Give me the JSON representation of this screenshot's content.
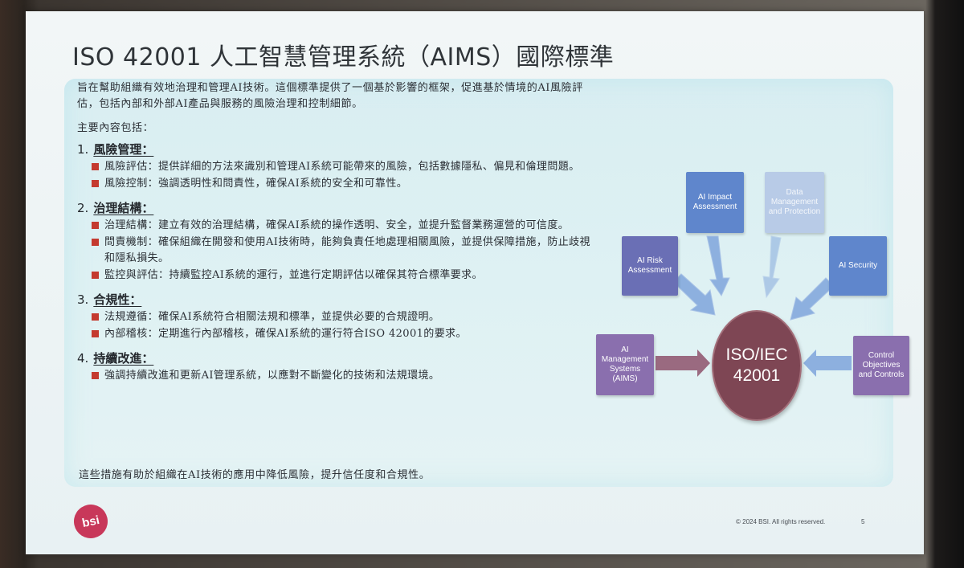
{
  "slide": {
    "title": "ISO 42001 人工智慧管理系統（AIMS）國際標準",
    "intro": "旨在幫助組織有效地治理和管理AI技術。這個標準提供了一個基於影響的框架，促進基於情境的AI風險評估，包括內部和外部AI產品與服務的風險治理和控制細節。",
    "subheading": "主要內容包括：",
    "sections": [
      {
        "num": "1.",
        "heading": "風險管理：",
        "bullets": [
          "風險評估：提供詳細的方法來識別和管理AI系統可能帶來的風險，包括數據隱私、偏見和倫理問題。",
          "風險控制：強調透明性和問責性，確保AI系統的安全和可靠性。"
        ]
      },
      {
        "num": "2.",
        "heading": "治理結構：",
        "bullets": [
          "治理結構：建立有效的治理結構，確保AI系統的操作透明、安全，並提升監督業務運營的可信度。",
          "問責機制：確保組織在開發和使用AI技術時，能夠負責任地處理相關風險，並提供保障措施，防止歧視和隱私損失。",
          "監控與評估：持續監控AI系統的運行，並進行定期評估以確保其符合標準要求。"
        ]
      },
      {
        "num": "3.",
        "heading": "合規性：",
        "bullets": [
          "法規遵循：確保AI系統符合相關法規和標準，並提供必要的合規證明。",
          "內部稽核：定期進行內部稽核，確保AI系統的運行符合ISO 42001的要求。"
        ]
      },
      {
        "num": "4.",
        "heading": "持續改進：",
        "bullets": [
          "強調持續改進和更新AI管理系統，以應對不斷變化的技術和法規環境。"
        ]
      }
    ],
    "closing": "這些措施有助於組織在AI技術的應用中降低風險，提升信任度和合規性。"
  },
  "diagram": {
    "hub": [
      "ISO/IEC",
      "42001"
    ],
    "nodes": {
      "impact": "AI Impact Assessment",
      "data": "Data Management and Protection",
      "risk": "AI Risk Assessment",
      "security": "AI Security",
      "aims": "AI Management Systems (AIMS)",
      "control": "Control Objectives and Controls"
    },
    "colors": {
      "blue_box": "#5f86cc",
      "light_blue_box": "#b8cbe7",
      "indigo_box": "#6a6fb5",
      "purple_box": "#8a6fae",
      "hub": "#7e4654",
      "arrow": "#8db0df",
      "arrow_dark": "#9a6a80"
    }
  },
  "footer": {
    "logo": "bsi",
    "copyright": "© 2024 BSI. All rights reserved.",
    "page": "5"
  }
}
